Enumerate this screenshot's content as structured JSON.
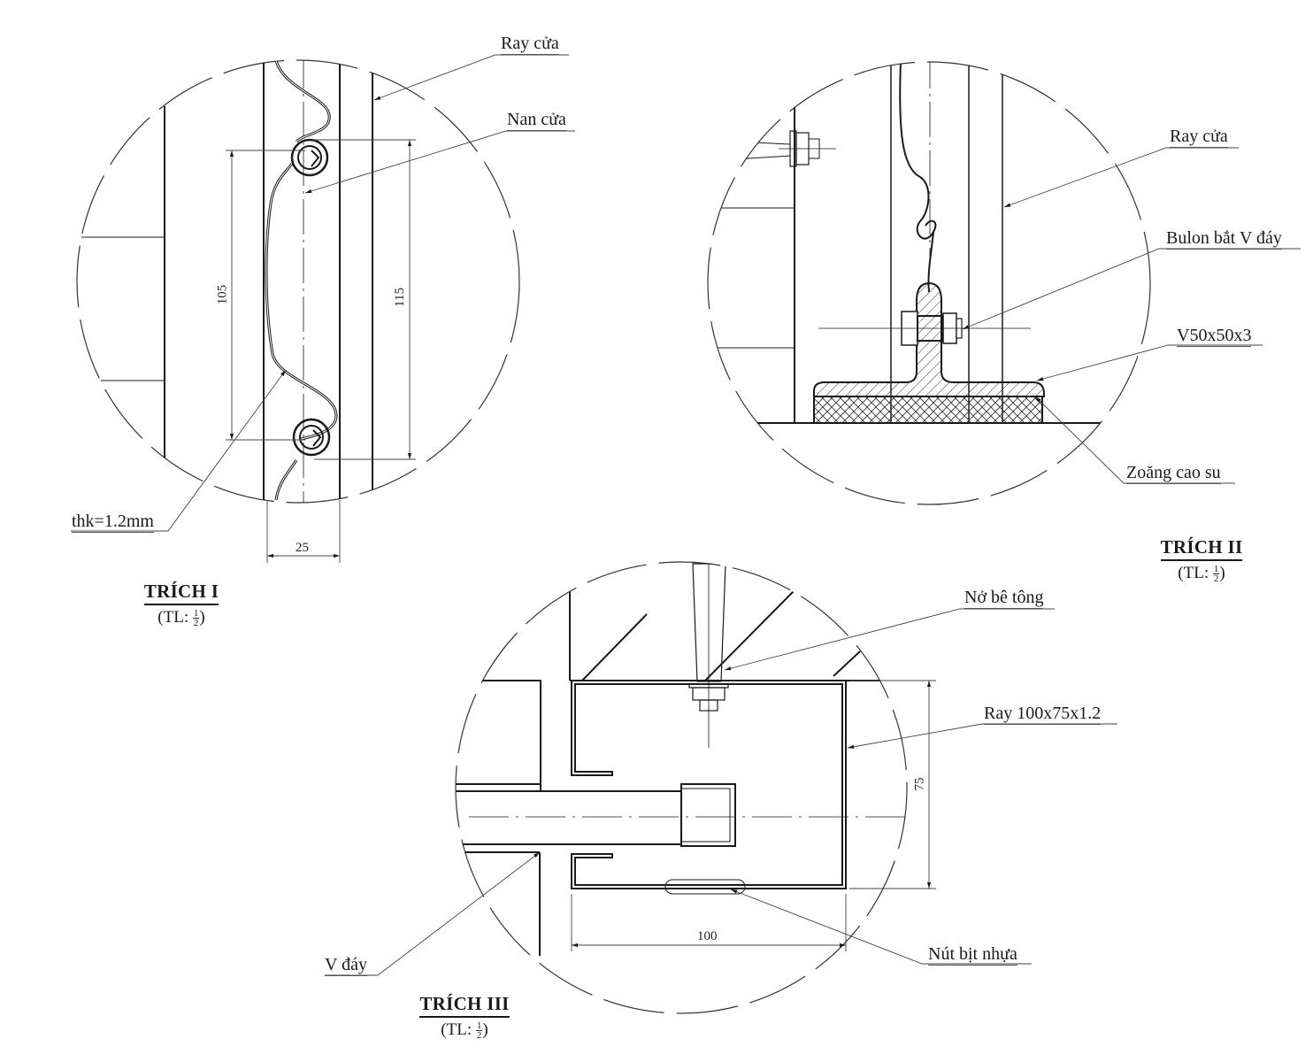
{
  "detail_1": {
    "title": "TRÍCH I",
    "scale_prefix": "(TL: ",
    "scale_num": "1",
    "scale_den": "2",
    "scale_suffix": ")",
    "labels": {
      "rail": "Ray cửa",
      "slat": "Nan cửa",
      "thickness": "thk=1.2mm"
    },
    "dimensions": {
      "pitch_inner": "105",
      "pitch_outer": "115",
      "rail_width": "25"
    }
  },
  "detail_2": {
    "title": "TRÍCH II",
    "scale_prefix": "(TL: ",
    "scale_num": "1",
    "scale_den": "2",
    "scale_suffix": ")",
    "labels": {
      "rail": "Ray cửa",
      "bolt": "Bulon bắt V đáy",
      "angle": "V50x50x3",
      "gasket": "Zoăng cao su"
    }
  },
  "detail_3": {
    "title": "TRÍCH III",
    "scale_prefix": "(TL: ",
    "scale_num": "1",
    "scale_den": "2",
    "scale_suffix": ")",
    "labels": {
      "anchor": "Nở bê tông",
      "rail_section": "Ray 100x75x1.2",
      "bottom_angle": "V đáy",
      "plastic_plug": "Nút bịt nhựa"
    },
    "dimensions": {
      "height": "75",
      "width": "100"
    }
  },
  "colors": {
    "line": "#1a1a1a",
    "thin_line": "#555555",
    "background": "#ffffff"
  }
}
